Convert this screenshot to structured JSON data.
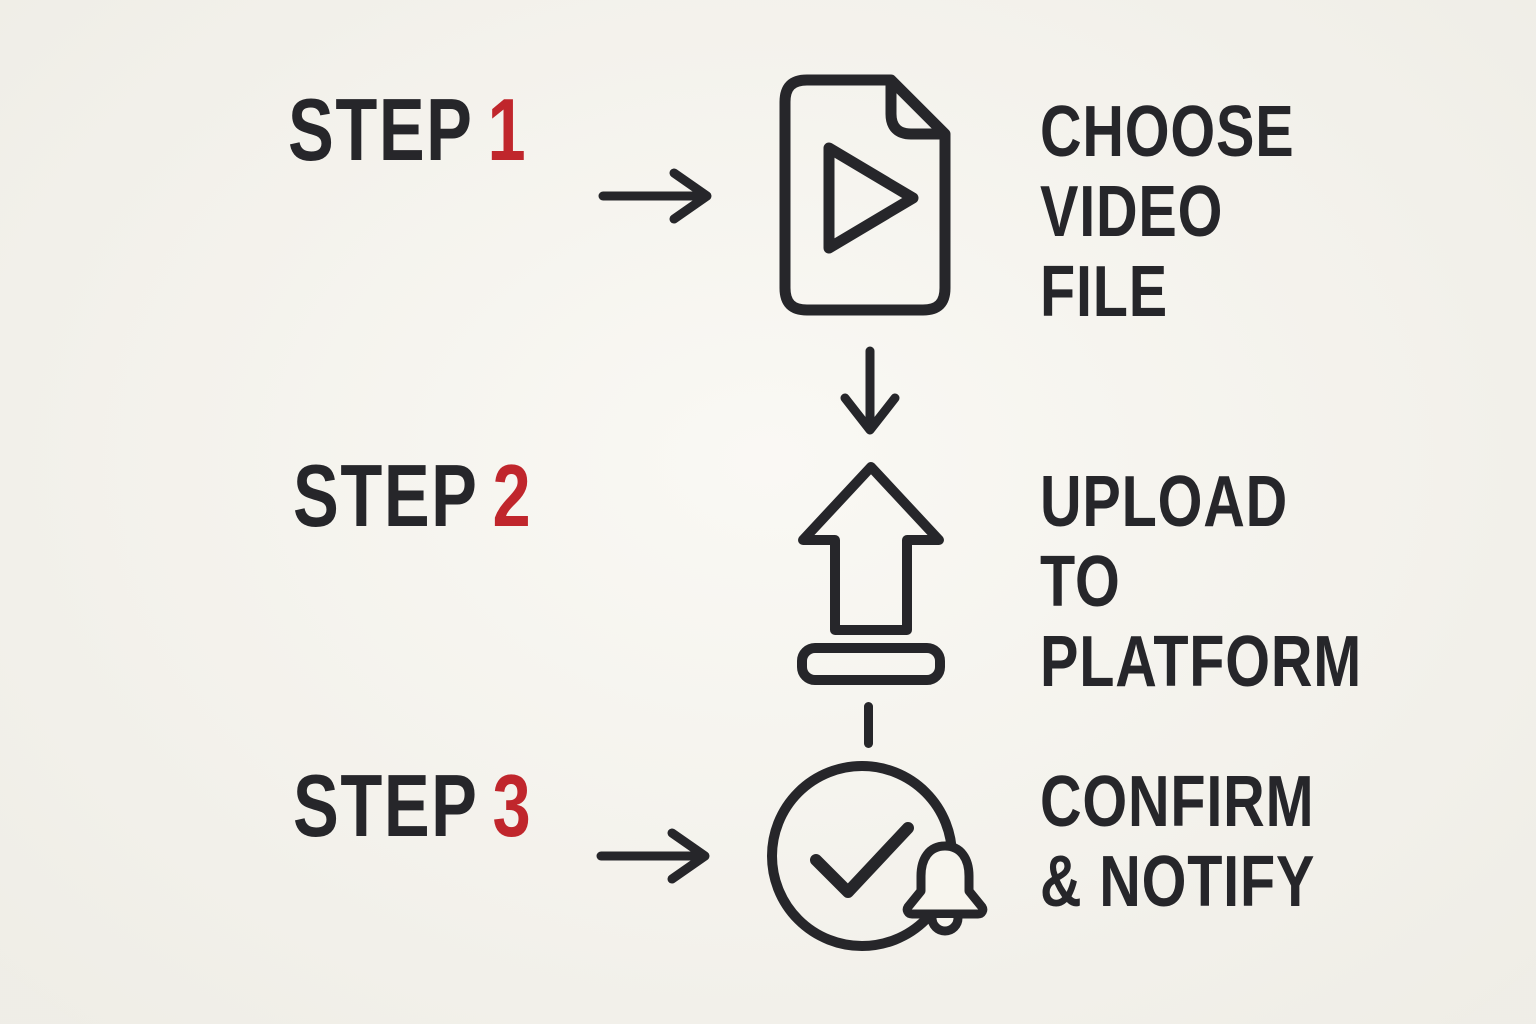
{
  "colors": {
    "background": "#f7f5ee",
    "ink": "#26262a",
    "accent": "#c0262c"
  },
  "steps": [
    {
      "label": "STEP",
      "number": "1",
      "title_lines": [
        "CHOOSE",
        "VIDEO",
        "FILE"
      ],
      "icon": "video-file-icon"
    },
    {
      "label": "STEP",
      "number": "2",
      "title_lines": [
        "UPLOAD",
        "TO",
        "PLATFORM"
      ],
      "icon": "upload-icon"
    },
    {
      "label": "STEP",
      "number": "3",
      "title_lines": [
        "CONFIRM",
        "& NOTIFY"
      ],
      "icon": "confirm-notify-icon"
    }
  ],
  "connectors": [
    "arrow-right",
    "arrow-down",
    "dashed-line",
    "arrow-right"
  ]
}
